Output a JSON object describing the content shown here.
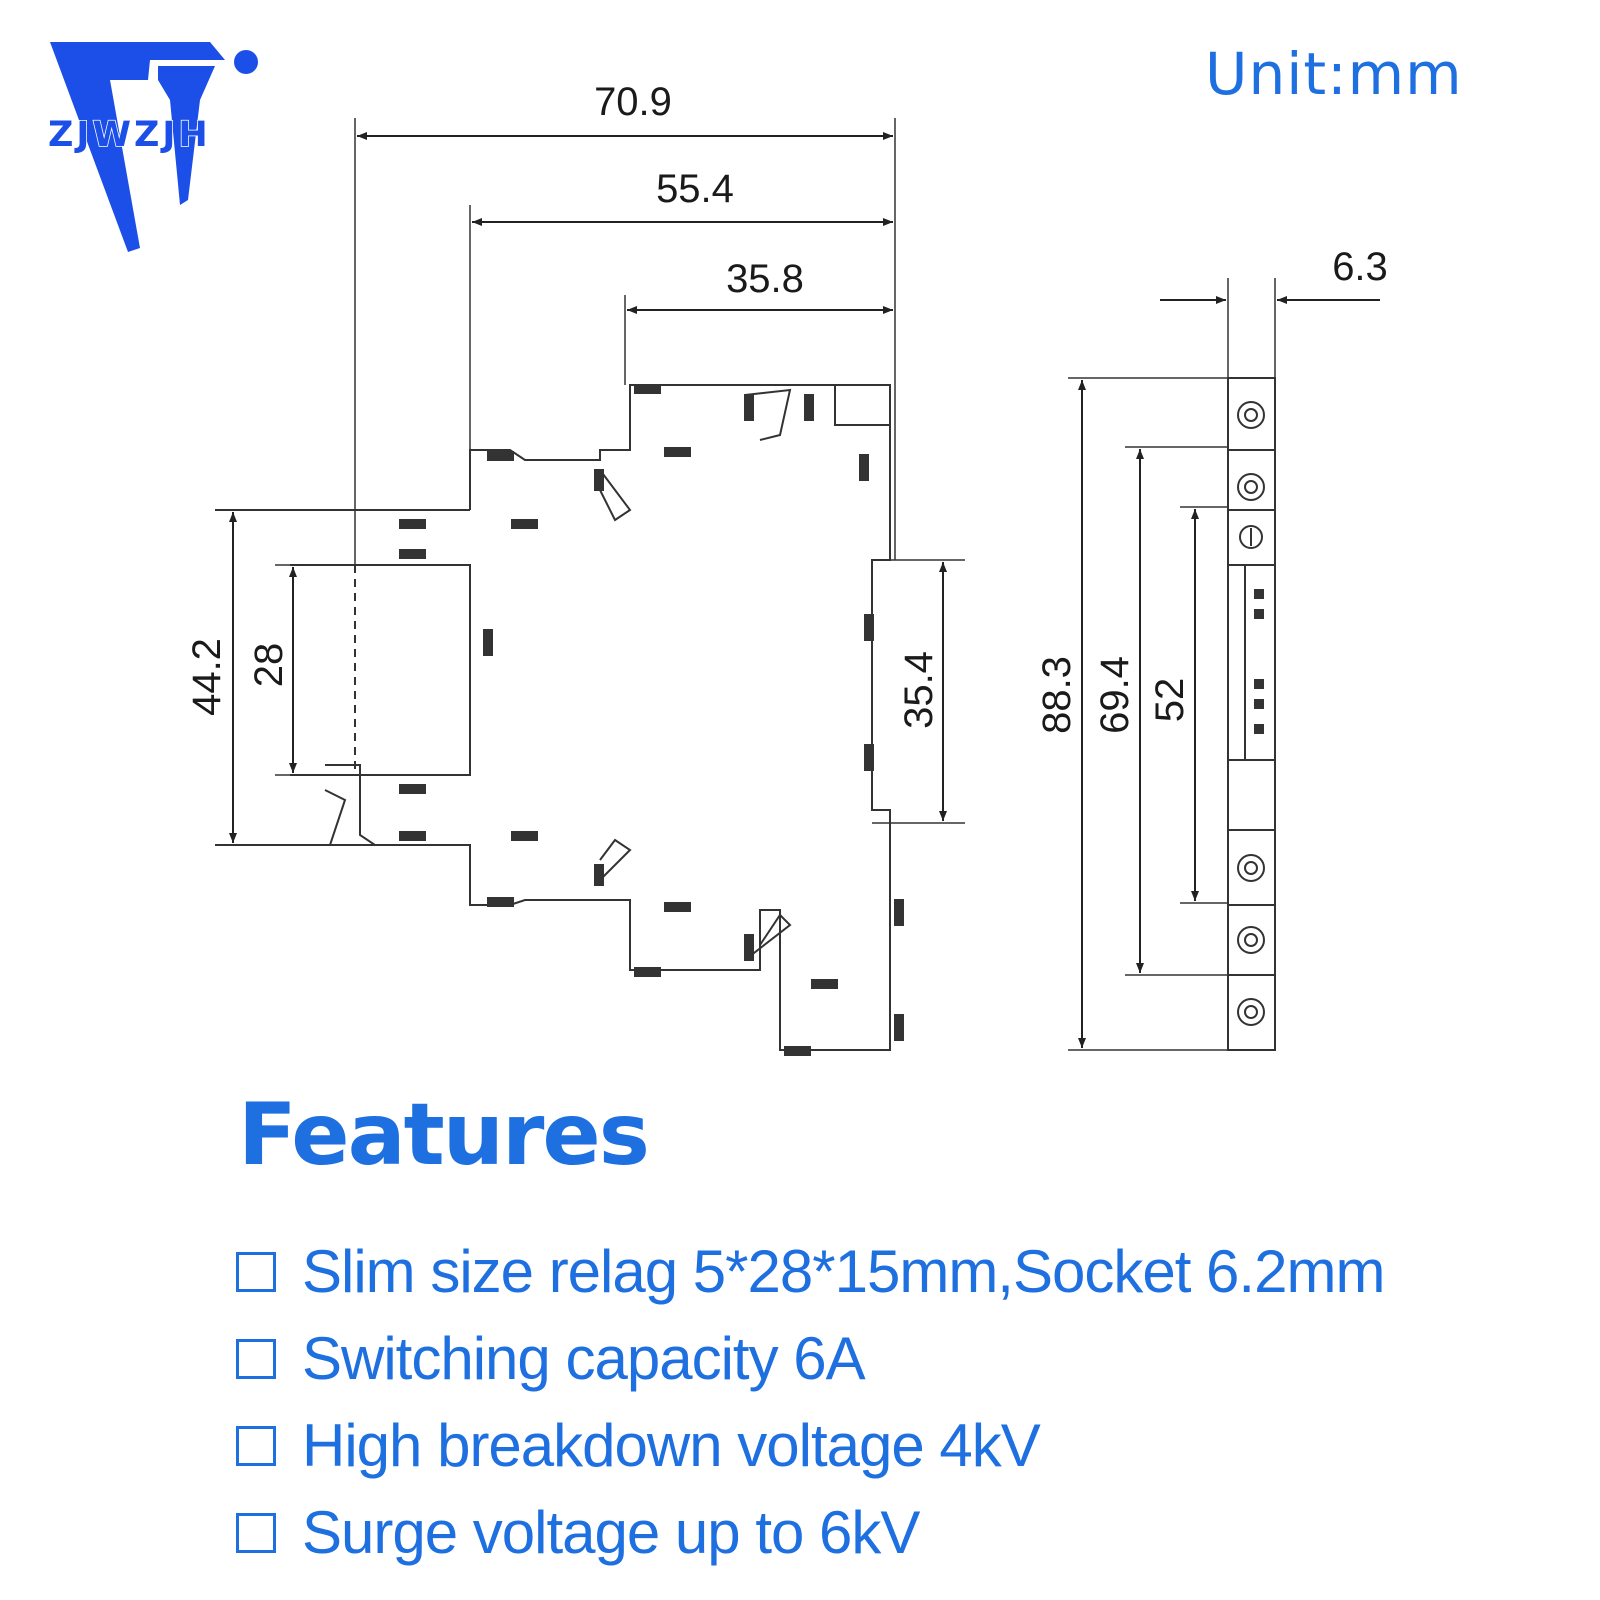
{
  "logo": {
    "text": "ZJWZJH",
    "color": "#1b4fe8"
  },
  "unit_label": "Unit:mm",
  "dimensions": {
    "d70_9": "70.9",
    "d55_4": "55.4",
    "d35_8": "35.8",
    "d44_2": "44.2",
    "d28": "28",
    "d35_4": "35.4",
    "d88_3": "88.3",
    "d69_4": "69.4",
    "d52": "52",
    "d6_3": "6.3"
  },
  "features": {
    "title": "Features",
    "items": [
      "Slim size relag 5*28*15mm,Socket 6.2mm",
      "Switching capacity 6A",
      "High breakdown voltage 4kV",
      "Surge voltage up to 6kV"
    ]
  },
  "colors": {
    "accent": "#1e6fe0",
    "line": "#333333"
  }
}
